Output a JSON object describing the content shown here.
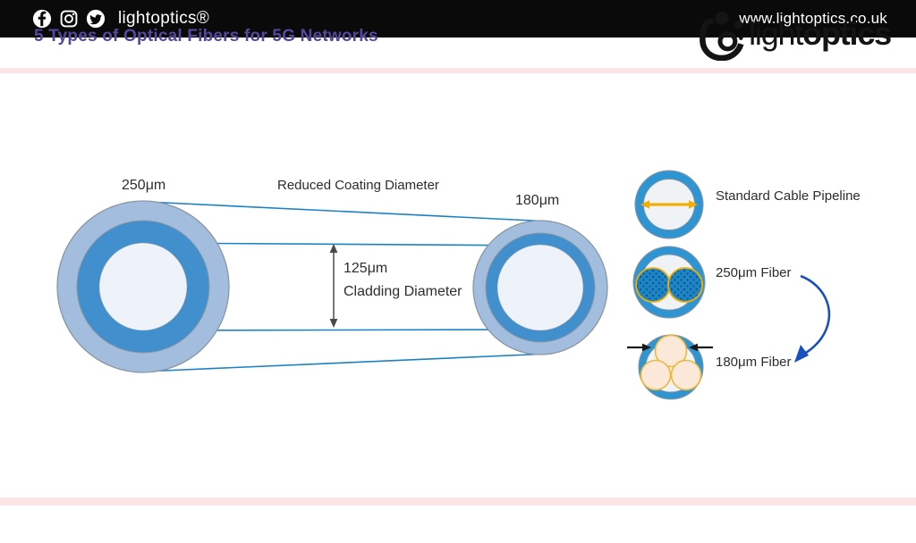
{
  "header": {
    "title": "5 Types of Optical Fibers for 5G Networks",
    "logo": {
      "light_part": "light",
      "bold_part": "optics"
    }
  },
  "diagram": {
    "left_fiber_label": "250μm",
    "top_label": "Reduced Coating Diameter",
    "right_fiber_label": "180μm",
    "measure": {
      "value": "125μm",
      "label": "Cladding Diameter"
    }
  },
  "legend": {
    "items": [
      {
        "icon": "standard-cable-pipeline-icon",
        "label": "Standard Cable Pipeline"
      },
      {
        "icon": "fiber-250-bundle-icon",
        "label": "250μm Fiber"
      },
      {
        "icon": "fiber-180-bundle-icon",
        "label": "180μm Fiber"
      }
    ]
  },
  "footer": {
    "brand": "lightoptics®",
    "website": "www.lightoptics.co.uk",
    "social": [
      "facebook-icon",
      "instagram-icon",
      "twitter-icon"
    ]
  },
  "colors": {
    "purple": "#54489c",
    "pink": "#fce4e4",
    "text_dark": "#2d2d2d",
    "outer_ring": "#a3bddf",
    "mid_ring": "#4190cd",
    "inner_fill": "#eef3f9",
    "edge_gray": "#8a97a3",
    "line_blue": "#1a82c4",
    "panel_ring": "#2e95d2",
    "panel_inner": "#f0f3f6",
    "fiber_fill": "#1f86c6",
    "fiber_dot": "#0d5c9b",
    "gold": "#f2ae00",
    "cream": "#fbe8d8",
    "cream_stroke": "#e9b93a",
    "arrow_blue": "#1950c0",
    "measure_gray": "#4a4a4a",
    "footer_bg": "#0a0a0a",
    "logo_ink": "#141414"
  }
}
